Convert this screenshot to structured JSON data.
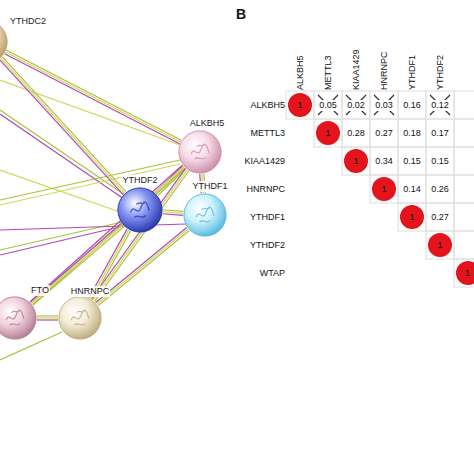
{
  "diagram": {
    "nodes": [
      {
        "text": [
          "YTHDC2"
        ]
      },
      {
        "text": [
          "ALKBH5"
        ]
      },
      {
        "text": [
          "YTHDF2"
        ]
      },
      {
        "text": [
          "YTHDF1"
        ]
      },
      {
        "text": [
          "FTO"
        ]
      },
      {
        "text": [
          "HNRNPC"
        ]
      }
    ],
    "edges": [
      {
        "from": 0,
        "to": 1,
        "arrow": "none"
      },
      {
        "from": 0,
        "to": 2,
        "arrow": "none"
      },
      {
        "from": 1,
        "to": 2,
        "arrow": "none"
      },
      {
        "from": 1,
        "to": 3,
        "arrow": "none"
      },
      {
        "from": 2,
        "to": 3,
        "arrow": "none"
      },
      {
        "from": 1,
        "to": 4,
        "arrow": "none"
      },
      {
        "from": 1,
        "to": 5,
        "arrow": "none"
      },
      {
        "from": 2,
        "to": 4,
        "arrow": "none"
      },
      {
        "from": 2,
        "to": 5,
        "arrow": "none"
      },
      {
        "from": 3,
        "to": 5,
        "arrow": "none"
      },
      {
        "from": 4,
        "to": 5,
        "arrow": "none"
      }
    ],
    "labels": [
      "B",
      "ALKBH5",
      "METTL3",
      "KIAA1429",
      "HNRNPC",
      "YTHDF1",
      "YTHDF2",
      "ALKBH5",
      "METTL3",
      "KIAA1429",
      "HNRNPC",
      "YTHDF1",
      "YTHDF2",
      "WTAP",
      "1",
      "0.05",
      "0.02",
      "0.03",
      "0.16",
      "0.12",
      "1",
      "0.28",
      "0.27",
      "0.18",
      "0.17",
      "1",
      "0.34",
      "0.15",
      "0.15",
      "1",
      "0.14",
      "0.26",
      "1",
      "0.27",
      "1",
      "1"
    ]
  }
}
